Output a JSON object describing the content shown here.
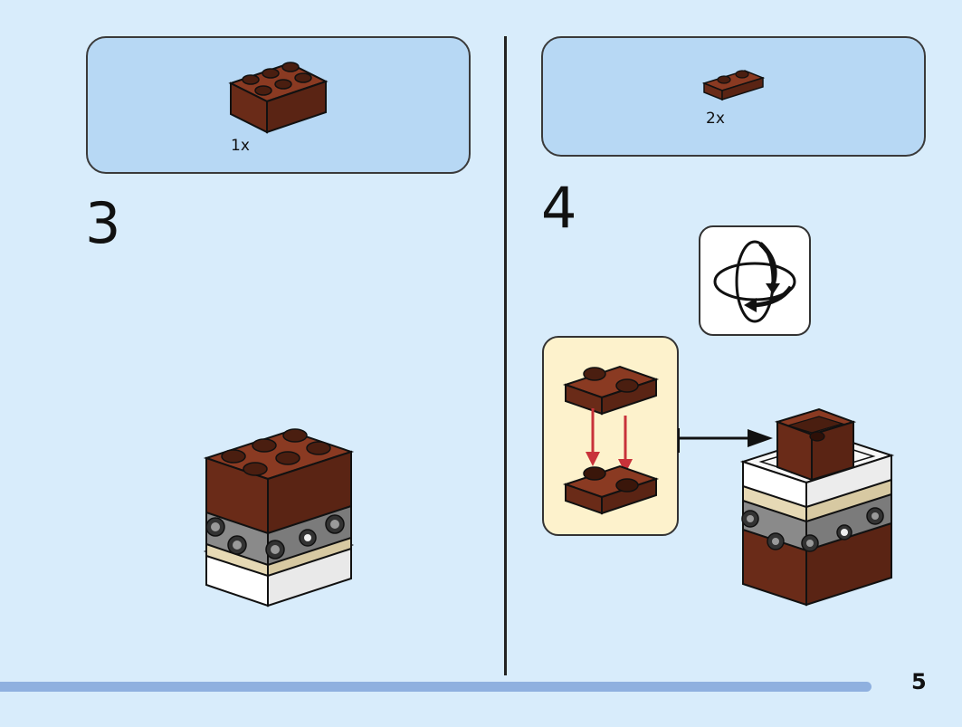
{
  "step3": {
    "number": "3",
    "parts": [
      {
        "quantity": "1x",
        "part": "brick-2x3-reddish-brown"
      }
    ]
  },
  "step4": {
    "number": "4",
    "parts": [
      {
        "quantity": "2x",
        "part": "plate-1x2-reddish-brown"
      }
    ],
    "rotate_icon": "rotate-model-icon"
  },
  "footer": {
    "page_number": "5",
    "progress": 0.906
  },
  "colors": {
    "background": "#d8ecfb",
    "parts_box": "#b7d8f4",
    "callout": "#fdf2cc",
    "brick_brown": "#6a2b18",
    "arrow_red": "#c8323a",
    "progress_bar": "#8fb0df"
  }
}
